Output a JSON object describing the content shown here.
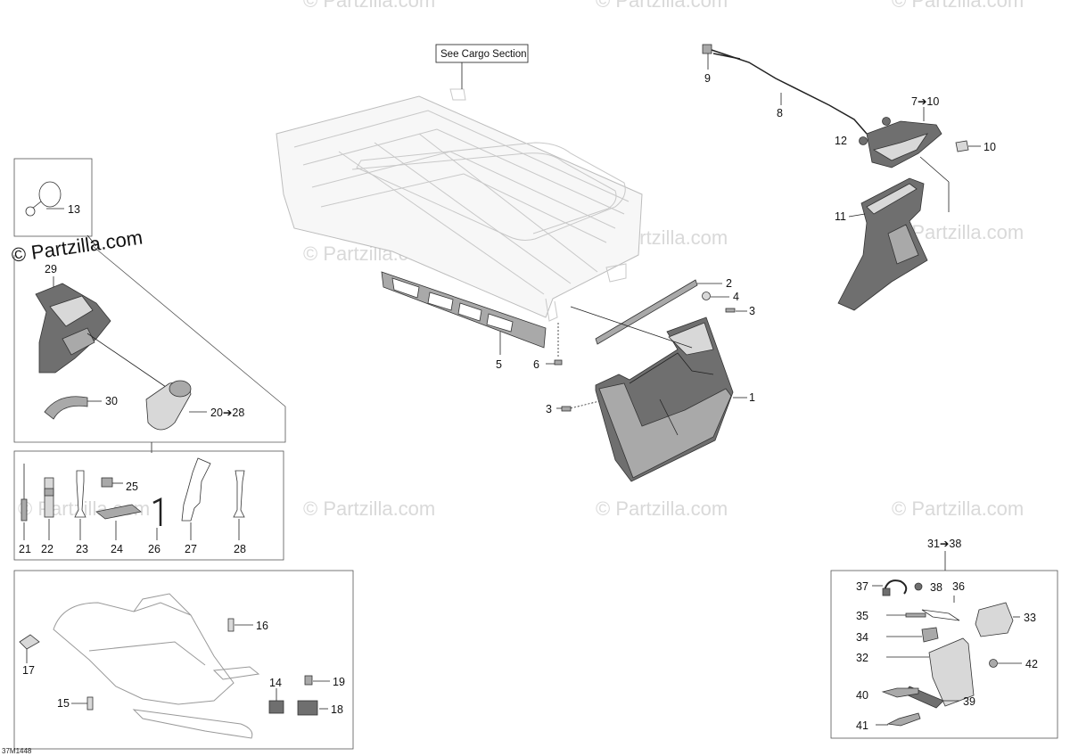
{
  "diagram_code": "37M1448",
  "watermark": "© Partzilla.com",
  "copyright": "© Partzilla.com",
  "cargo_note": "See Cargo Section",
  "callouts": {
    "c1": "1",
    "c2": "2",
    "c3a": "3",
    "c3b": "3",
    "c4": "4",
    "c5": "5",
    "c6": "6",
    "c7": "7➔10",
    "c8": "8",
    "c9": "9",
    "c10": "10",
    "c11": "11",
    "c12": "12",
    "c13": "13",
    "c14": "14",
    "c15": "15",
    "c16": "16",
    "c17": "17",
    "c18": "18",
    "c19": "19",
    "c20": "20➔28",
    "c21": "21",
    "c22": "22",
    "c23": "23",
    "c24": "24",
    "c25": "25",
    "c26": "26",
    "c27": "27",
    "c28": "28",
    "c29": "29",
    "c30": "30",
    "c31": "31➔38",
    "c32": "32",
    "c33": "33",
    "c34": "34",
    "c35": "35",
    "c36": "36",
    "c37": "37",
    "c38": "38",
    "c39": "39",
    "c40": "40",
    "c41": "41",
    "c42": "42"
  }
}
